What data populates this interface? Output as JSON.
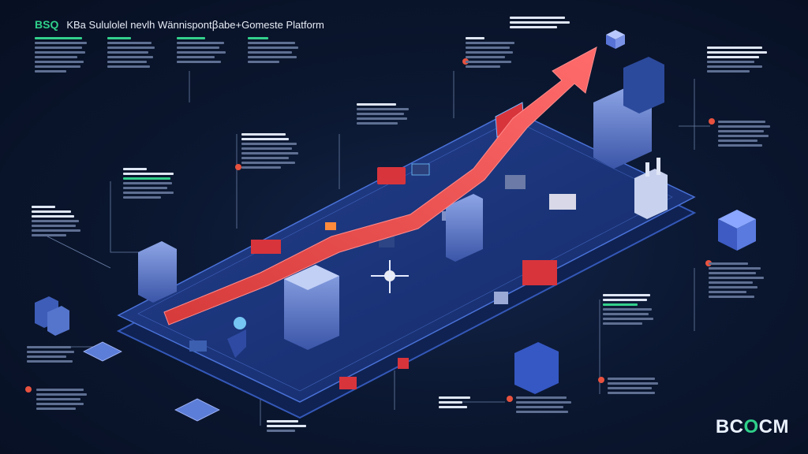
{
  "header": {
    "brand": "BSQ",
    "title": "KBa Sululolel nevlh Wännispontꞵabe+Gomeste Platform"
  },
  "logo": {
    "text_left": "BC",
    "text_mid": "O",
    "text_right": "CM"
  },
  "colors": {
    "accent_green": "#2fd08a",
    "accent_red": "#e8523f",
    "arrow_red": "#ff5a5a",
    "platform_blue": "#1c3a86",
    "background": "#0b1730"
  },
  "icons": [
    "trend-arrow-icon",
    "server-building-icon",
    "factory-icon",
    "cube-icon",
    "chip-icon"
  ]
}
